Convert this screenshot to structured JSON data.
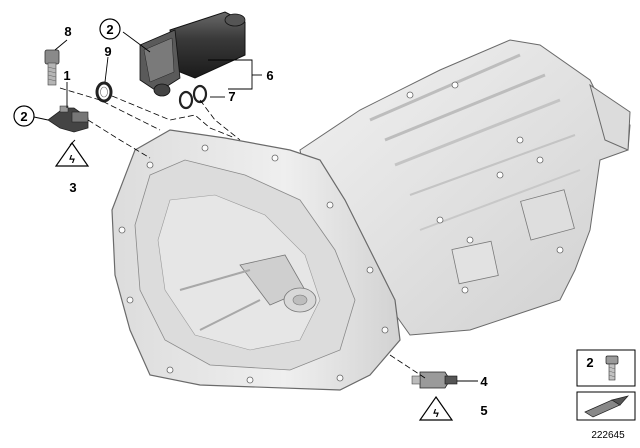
{
  "diagram": {
    "callouts": {
      "c1": "1",
      "c2_top": "2",
      "c2_left": "2",
      "c3": "3",
      "c4": "4",
      "c5": "5",
      "c6": "6",
      "c7": "7",
      "c8": "8",
      "c9": "9"
    },
    "legend": {
      "part_number": "2"
    },
    "footer": {
      "image_id": "222645"
    },
    "colors": {
      "housing_fill": "#e9e9e9",
      "housing_shadow": "#c8c8c8",
      "outline": "#555555",
      "actuator_dark": "#2e2e2e",
      "leader": "#000000"
    }
  }
}
